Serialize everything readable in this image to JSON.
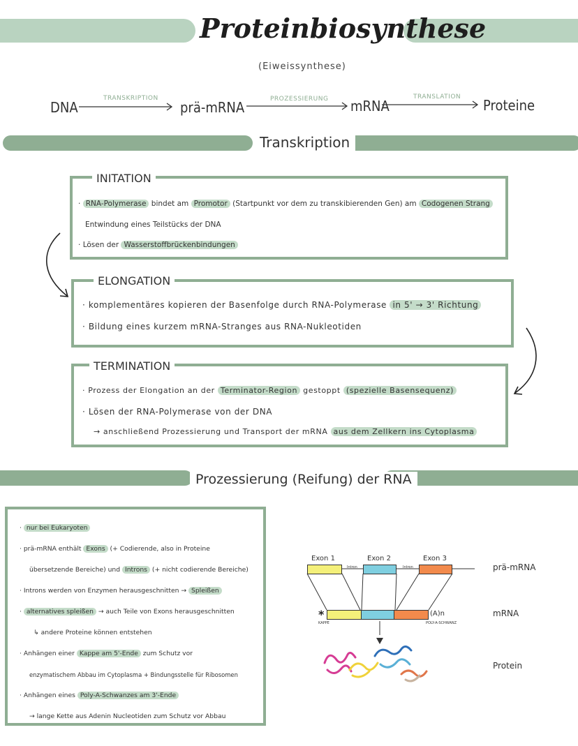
{
  "header": {
    "title": "Proteinbiosynthese",
    "subtitle": "(Eiweissynthese)"
  },
  "flow": {
    "dna": "DNA",
    "transkription": "TRANSKRIPTION",
    "pra_mrna": "prä-mRNA",
    "prozessierung": "PROZESSIERUNG",
    "mrna": "mRNA",
    "translation": "TRANSLATION",
    "proteine": "Proteine"
  },
  "transkription": {
    "heading": "Transkription",
    "initiation": {
      "title": "INITATION",
      "lines": [
        {
          "pre": "RNA-Polymerase",
          "mid1": " bindet am ",
          "hl1": "Promotor",
          "mid2": " (Startpunkt vor dem zu transkibierenden Gen) am ",
          "hl2": "Codogenen Strang"
        },
        {
          "text": "Entwindung eines Teilstücks der DNA"
        },
        {
          "pre": "Lösen der ",
          "hl": "Wasserstoffbrückenbindungen"
        }
      ]
    },
    "elongation": {
      "title": "ELONGATION",
      "line1_pre": "komplementäres kopieren der Basenfolge durch RNA-Polymerase ",
      "line1_hl": "in 5' → 3' Richtung",
      "line2": "Bildung eines kurzem mRNA-Stranges aus RNA-Nukleotiden"
    },
    "termination": {
      "title": "TERMINATION",
      "line1_pre": "Prozess der Elongation an der ",
      "line1_hl1": "Terminator-Region",
      "line1_mid": " gestoppt ",
      "line1_hl2": "(spezielle Basensequenz)",
      "line2": "Lösen der RNA-Polymerase von der DNA",
      "line3_pre": "→ anschließend Prozessierung und Transport der mRNA ",
      "line3_hl": "aus dem Zellkern ins Cytoplasma"
    }
  },
  "prozessierung": {
    "heading": "Prozessierung (Reifung) der RNA",
    "lines": {
      "l1_hl": "nur bei Eukaryoten",
      "l2_pre": "prä-mRNA enthält ",
      "l2_hl": "Exons",
      "l2_post": " (+ Codierende, also in Proteine",
      "l3_pre": "übersetzende Bereiche) und ",
      "l3_hl": "Introns",
      "l3_post": " (+ nicht codierende Bereiche)",
      "l4_pre": "Introns werden von Enzymen herausgeschnitten → ",
      "l4_hl": "Spleißen",
      "l5_hl": "alternatives spleißen",
      "l5_post": " → auch Teile von Exons herausgeschnitten",
      "l6": "↳ andere Proteine können entstehen",
      "l7_pre": "Anhängen einer ",
      "l7_hl": "Kappe am 5'-Ende",
      "l7_post": " zum Schutz vor",
      "l8": "enzymatischem Abbau im Cytoplasma + Bindungsstelle für Ribosomen",
      "l9_pre": "Anhängen eines ",
      "l9_hl": "Poly-A-Schwanzes am 3'-Ende",
      "l10": "→ lange Kette aus Adenin Nucleotiden zum Schutz vor Abbau"
    }
  },
  "diagram": {
    "exon1": "Exon 1",
    "exon2": "Exon 2",
    "exon3": "Exon 3",
    "intron": "Intron",
    "cap_star": "*",
    "cap_label": "KAPPE",
    "polya": "(A)n",
    "polya_label": "POLY-A-SCHWANZ",
    "label_pra": "prä-mRNA",
    "label_mrna": "mRNA",
    "label_protein": "Protein",
    "colors": {
      "exon1": "#f4f07a",
      "exon2": "#7fcfe0",
      "exon3": "#f28a4c",
      "accent": "#8fae93",
      "accent_light": "#b9d3c0"
    }
  }
}
